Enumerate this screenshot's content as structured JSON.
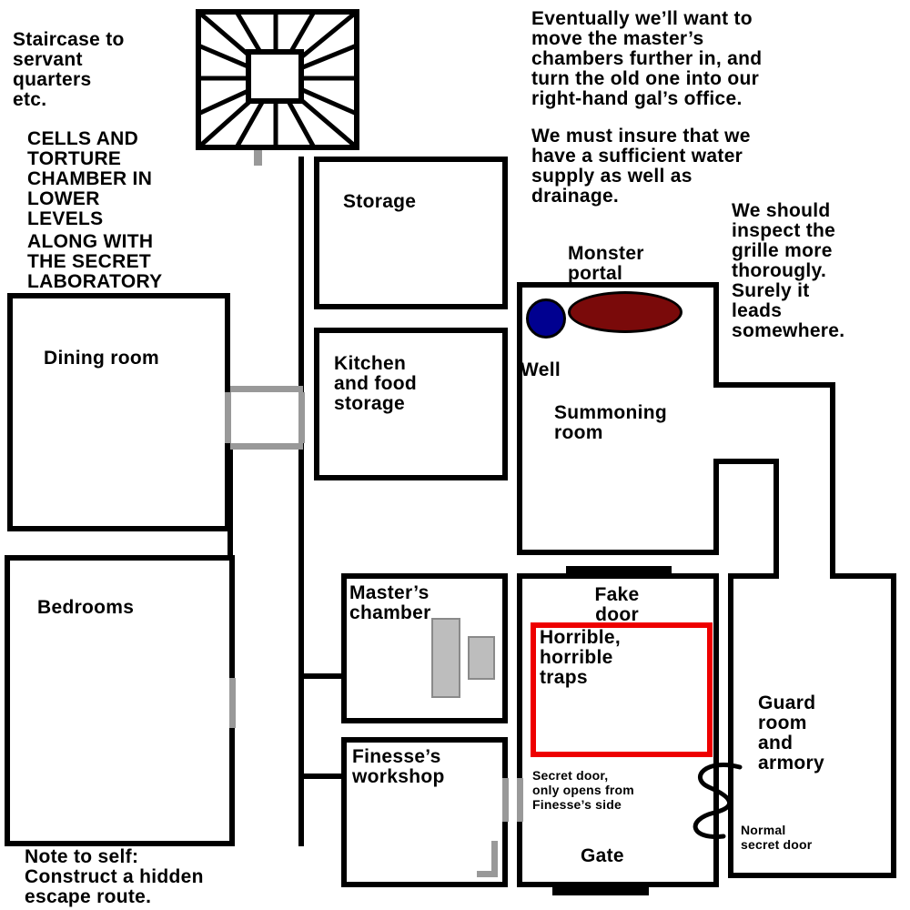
{
  "colors": {
    "wall": "#000000",
    "doorway": "#999999",
    "trap_outline": "#ee0000",
    "monster_portal_fill": "#7a0a0a",
    "well_fill": "#000090",
    "furniture_fill": "#bdbdbd",
    "background": "#ffffff"
  },
  "notes": {
    "staircase": "Staircase to\nservant\nquarters\netc.",
    "cells": "CELLS AND\nTORTURE\nCHAMBER IN\nLOWER\nLEVELS",
    "laboratory": "ALONG WITH\nTHE SECRET\nLABORATORY",
    "master_plan": "Eventually we’ll want to\nmove the master’s\nchambers further in, and\nturn the old one into our\nright-hand gal’s office.",
    "water": "We must insure that we\nhave a sufficient water\nsupply as well as\ndrainage.",
    "grille": "We should\ninspect the\ngrille more\nthorougly.\nSurely it\nleads\nsomewhere.",
    "secret_door": "Secret door,\nonly opens from\nFinesse’s side",
    "normal_secret_door": "Normal\nsecret door",
    "escape": "Note to self:\nConstruct a hidden\nescape route."
  },
  "labels": {
    "dining": "Dining room",
    "storage": "Storage",
    "kitchen": "Kitchen\nand food\nstorage",
    "monster_portal": "Monster\nportal",
    "well": "Well",
    "summoning": "Summoning\nroom",
    "bedrooms": "Bedrooms",
    "masters_chamber": "Master’s\nchamber",
    "fake_door": "Fake\ndoor",
    "traps": "Horrible,\nhorrible\ntraps",
    "finesse_workshop": "Finesse’s\nworkshop",
    "guard_room": "Guard\nroom\nand\narmory",
    "gate": "Gate"
  }
}
